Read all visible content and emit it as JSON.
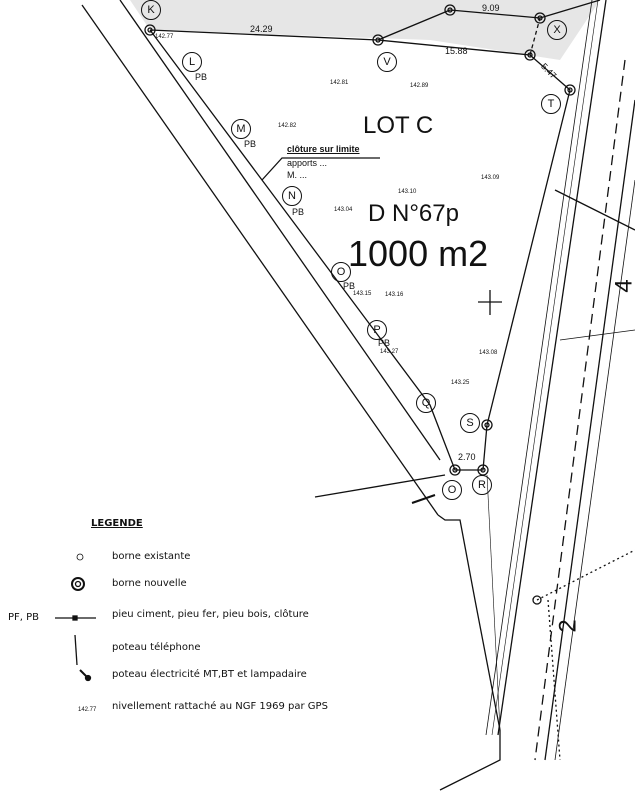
{
  "lot": {
    "name": "LOT C",
    "parcel": "D N°67p",
    "area": "1000 m2"
  },
  "note": {
    "title": "clôture sur limite",
    "line1": "apports ...",
    "line2": "M. ..."
  },
  "dimensions": [
    "24.29",
    "9.09",
    "15.88",
    "5.47",
    "2.70"
  ],
  "side_labels": [
    "4",
    "2"
  ],
  "points": [
    "K",
    "L",
    "M",
    "N",
    "O",
    "P",
    "Q",
    "R",
    "S",
    "T",
    "V",
    "X",
    "O"
  ],
  "pb": "PB",
  "elevations": [
    "142.77",
    "142.81",
    "142.89",
    "142.82",
    "143.10",
    "143.04",
    "143.09",
    "143.15",
    "143.16",
    "143.27",
    "143.08",
    "143.25"
  ],
  "legend": {
    "title": "LEGENDE",
    "items": [
      {
        "icon": "open-circle-icon",
        "label": "borne existante"
      },
      {
        "icon": "double-circle-icon",
        "label": "borne nouvelle"
      },
      {
        "icon": "fence-line-icon",
        "label": "pieu ciment, pieu fer, pieu bois, clôture",
        "prefix": "PF, PB"
      },
      {
        "icon": "telephone-pole-icon",
        "label": "poteau téléphone"
      },
      {
        "icon": "electric-pole-icon",
        "label": "poteau électricité MT,BT et lampadaire"
      },
      {
        "icon": "elevation-point-icon",
        "label": "nivellement rattaché au NGF 1969 par GPS"
      }
    ]
  }
}
